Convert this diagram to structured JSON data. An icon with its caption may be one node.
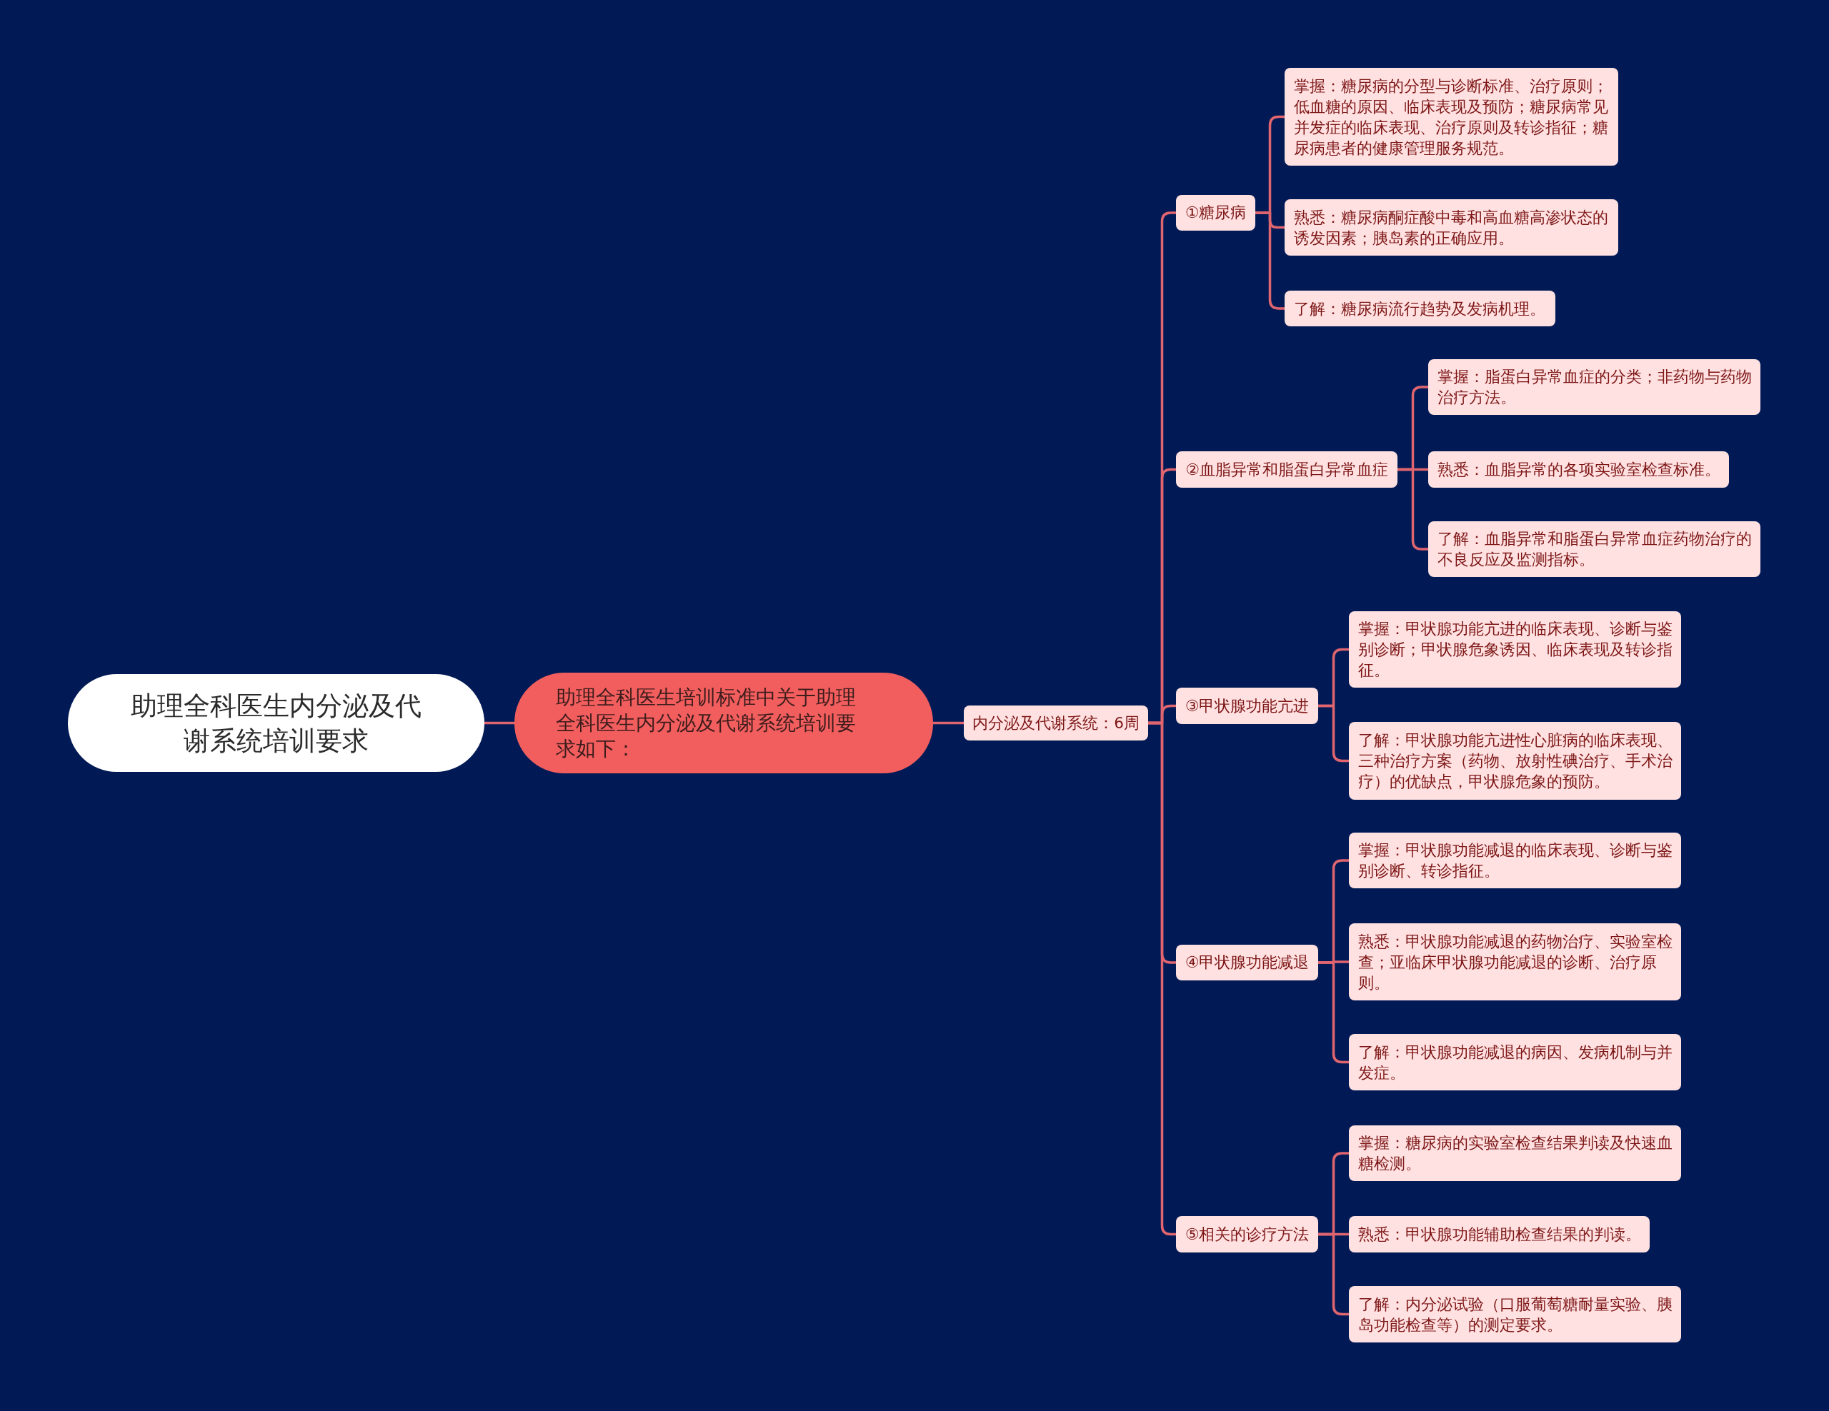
{
  "diagram": {
    "nodes": [
      {
        "text": [
          "助理全科医生内分泌及代谢系统培训要求"
        ]
      },
      {
        "text": [
          "助理全科医生培训标准中关于助理全科医生内分泌及代谢系统培训要求如下："
        ]
      },
      {
        "text": [
          "内分泌及代谢系统：6周"
        ]
      },
      {
        "text": [
          "①糖尿病"
        ]
      },
      {
        "text": [
          "掌握：糖尿病的分型与诊断标准、治疗原则；低血糖的原因、临床表现及预防；糖尿病常见并发症的临床表现、治疗原则及转诊指征；糖尿病患者的健康管理服务规范。"
        ]
      },
      {
        "text": [
          "熟悉：糖尿病酮症酸中毒和高血糖高渗状态的诱发因素；胰岛素的正确应用。"
        ]
      },
      {
        "text": [
          "了解：糖尿病流行趋势及发病机理。"
        ]
      },
      {
        "text": [
          "②血脂异常和脂蛋白异常血症"
        ]
      },
      {
        "text": [
          "掌握：脂蛋白异常血症的分类；非药物与药物治疗方法。"
        ]
      },
      {
        "text": [
          "熟悉：血脂异常的各项实验室检查标准。"
        ]
      },
      {
        "text": [
          "了解：血脂异常和脂蛋白异常血症药物治疗的不良反应及监测指标。"
        ]
      },
      {
        "text": [
          "③甲状腺功能亢进"
        ]
      },
      {
        "text": [
          "掌握：甲状腺功能亢进的临床表现、诊断与鉴别诊断；甲状腺危象诱因、临床表现及转诊指征。"
        ]
      },
      {
        "text": [
          "了解：甲状腺功能亢进性心脏病的临床表现、三种治疗方案（药物、放射性碘治疗、手术治疗）的优缺点，甲状腺危象的预防。"
        ]
      },
      {
        "text": [
          "④甲状腺功能减退"
        ]
      },
      {
        "text": [
          "掌握：甲状腺功能减退的临床表现、诊断与鉴别诊断、转诊指征。"
        ]
      },
      {
        "text": [
          "熟悉：甲状腺功能减退的药物治疗、实验室检查；亚临床甲状腺功能减退的诊断、治疗原则。"
        ]
      },
      {
        "text": [
          "了解：甲状腺功能减退的病因、发病机制与并发症。"
        ]
      },
      {
        "text": [
          "⑤相关的诊疗方法"
        ]
      },
      {
        "text": [
          "掌握：糖尿病的实验室检查结果判读及快速血糖检测。"
        ]
      },
      {
        "text": [
          "熟悉：甲状腺功能辅助检查结果的判读。"
        ]
      },
      {
        "text": [
          "了解：内分泌试验（口服葡萄糖耐量实验、胰岛功能检查等）的测定要求。"
        ]
      }
    ],
    "edges": [
      {
        "from": 0,
        "to": 1,
        "arrow": "none"
      },
      {
        "from": 1,
        "to": 2,
        "arrow": "none"
      },
      {
        "from": 2,
        "to": 3,
        "arrow": "none"
      },
      {
        "from": 2,
        "to": 7,
        "arrow": "none"
      },
      {
        "from": 2,
        "to": 11,
        "arrow": "none"
      },
      {
        "from": 2,
        "to": 14,
        "arrow": "none"
      },
      {
        "from": 2,
        "to": 18,
        "arrow": "none"
      },
      {
        "from": 3,
        "to": 4,
        "arrow": "none"
      },
      {
        "from": 3,
        "to": 5,
        "arrow": "none"
      },
      {
        "from": 3,
        "to": 6,
        "arrow": "none"
      },
      {
        "from": 7,
        "to": 8,
        "arrow": "none"
      },
      {
        "from": 7,
        "to": 9,
        "arrow": "none"
      },
      {
        "from": 7,
        "to": 10,
        "arrow": "none"
      },
      {
        "from": 11,
        "to": 12,
        "arrow": "none"
      },
      {
        "from": 11,
        "to": 13,
        "arrow": "none"
      },
      {
        "from": 14,
        "to": 15,
        "arrow": "none"
      },
      {
        "from": 14,
        "to": 16,
        "arrow": "none"
      },
      {
        "from": 14,
        "to": 17,
        "arrow": "none"
      },
      {
        "from": 18,
        "to": 19,
        "arrow": "none"
      },
      {
        "from": 18,
        "to": 20,
        "arrow": "none"
      },
      {
        "from": 18,
        "to": 21,
        "arrow": "none"
      }
    ]
  }
}
